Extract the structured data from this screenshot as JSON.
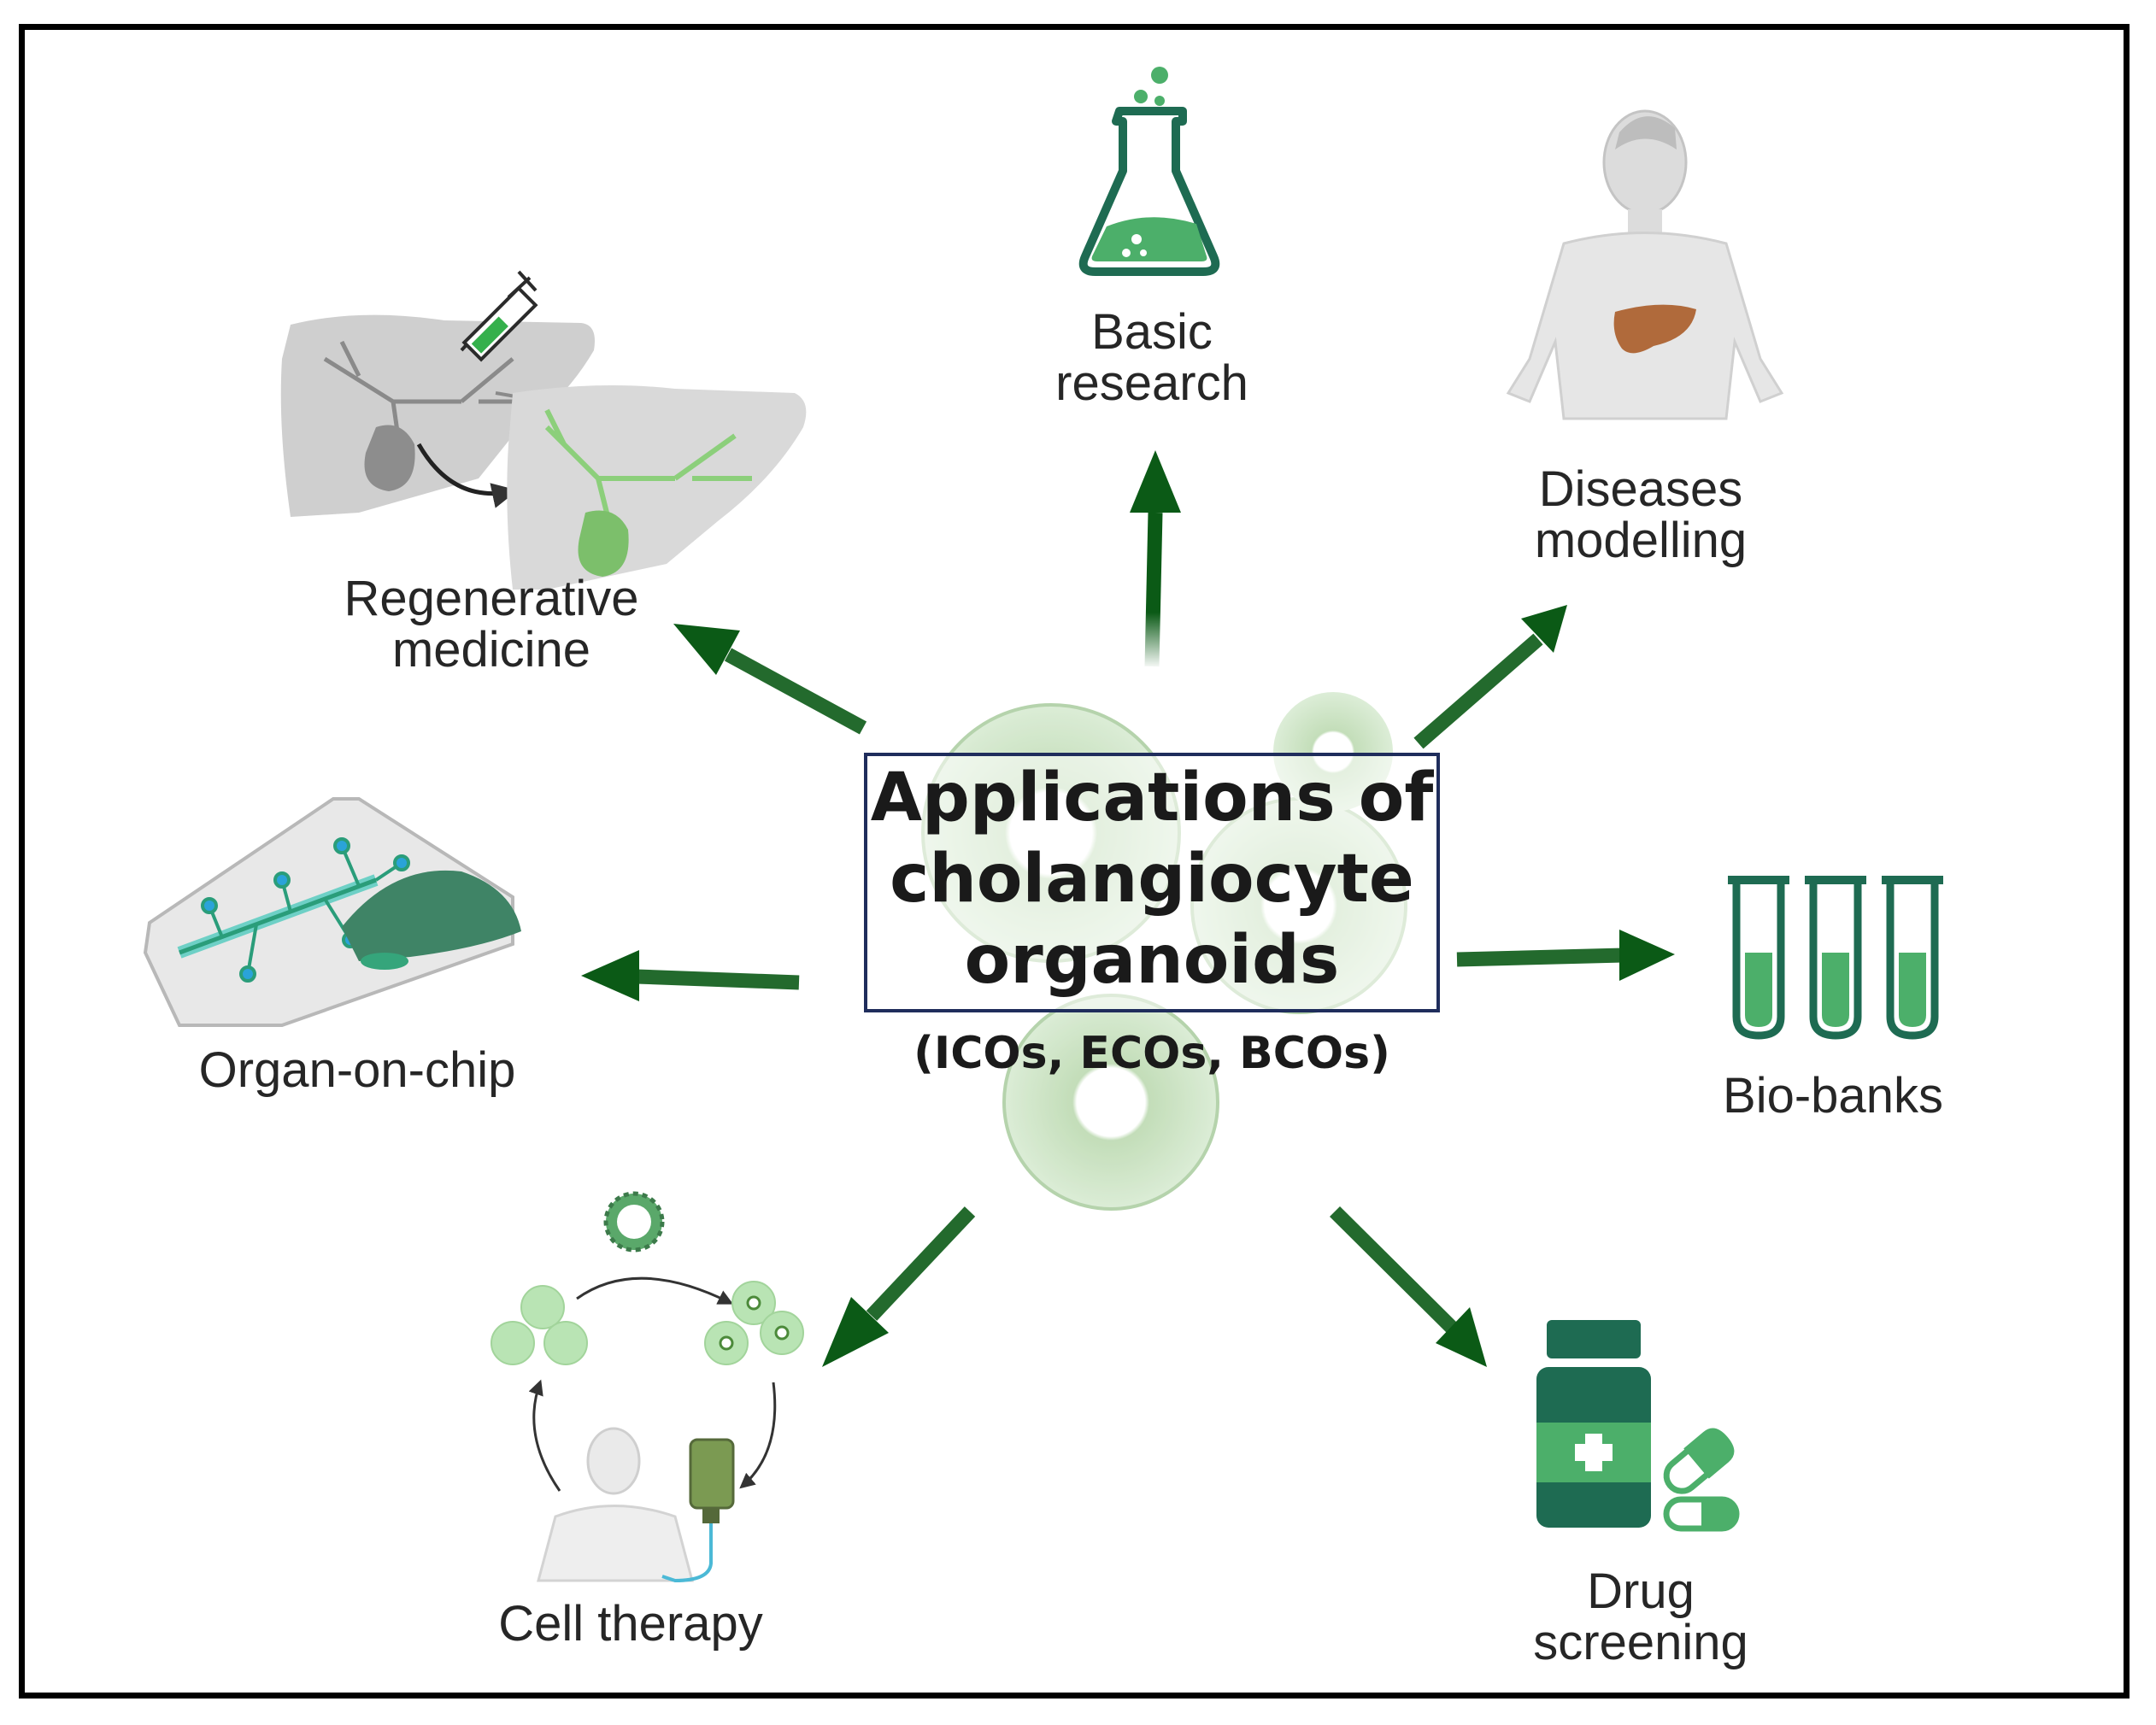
{
  "center": {
    "title_lines": [
      "Applications of",
      "cholangiocyte",
      "organoids"
    ],
    "subtitle": "(ICOs, ECOs, BCOs)"
  },
  "applications": {
    "basic_research": [
      "Basic",
      "research"
    ],
    "diseases_modelling": [
      "Diseases",
      "modelling"
    ],
    "regenerative_medicine": [
      "Regenerative",
      "medicine"
    ],
    "organ_on_chip": [
      "Organ-on-chip"
    ],
    "bio_banks": [
      "Bio-banks"
    ],
    "cell_therapy": [
      "Cell therapy"
    ],
    "drug_screening": [
      "Drug",
      "screening"
    ]
  },
  "colors": {
    "arrow": "#0b5a16",
    "accent_green": "#4caf6a",
    "dark_teal": "#1e6b52",
    "organoid": "#c9e2c0",
    "liver_gray": "#c8c8c8",
    "liver_brown": "#b06a3b",
    "box_border": "#1f2d5c"
  }
}
